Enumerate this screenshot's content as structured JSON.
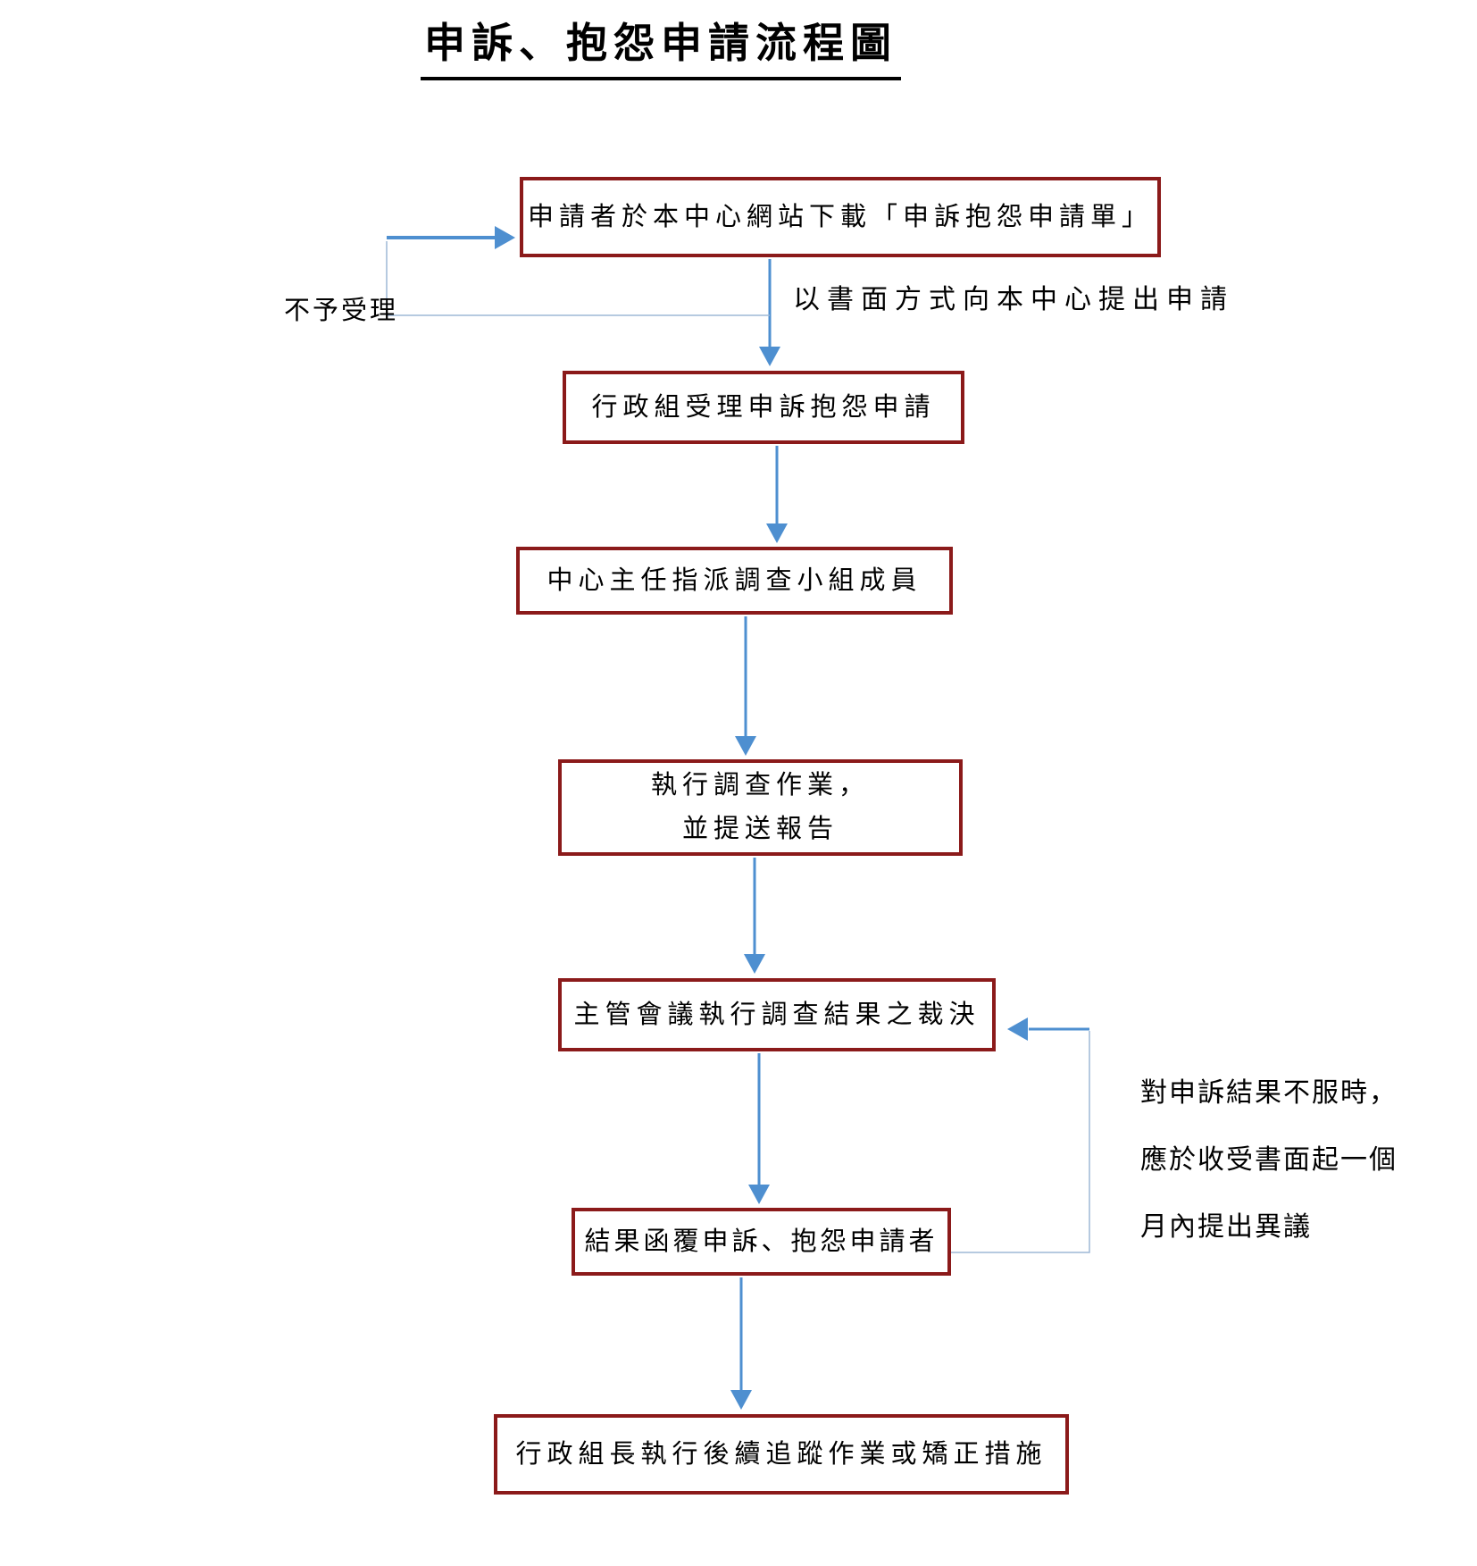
{
  "title": "申訴、抱怨申請流程圖",
  "colors": {
    "box_border": "#8b1a1a",
    "arrow_blue": "#4e8fd0",
    "loop_line_blue": "#9db8d6",
    "text": "#000000",
    "background": "#ffffff"
  },
  "nodes": {
    "download": {
      "text": "申請者於本中心網站下載「申訴抱怨申請單」"
    },
    "accept": {
      "text": "行政組受理申訴抱怨申請"
    },
    "assign": {
      "text": "中心主任指派調查小組成員"
    },
    "investigate": {
      "line1": "執行調查作業，",
      "line2": "並提送報告"
    },
    "ruling": {
      "text": "主管會議執行調查結果之裁決"
    },
    "reply": {
      "text": "結果函覆申訴、抱怨申請者"
    },
    "followup": {
      "text": "行政組長執行後續追蹤作業或矯正措施"
    }
  },
  "labels": {
    "reject": "不予受理",
    "submit": "以書面方式向本中心提出申請",
    "objection_line1": "對申訴結果不服時，",
    "objection_line2": "應於收受書面起一個",
    "objection_line3": "月內提出異議"
  }
}
